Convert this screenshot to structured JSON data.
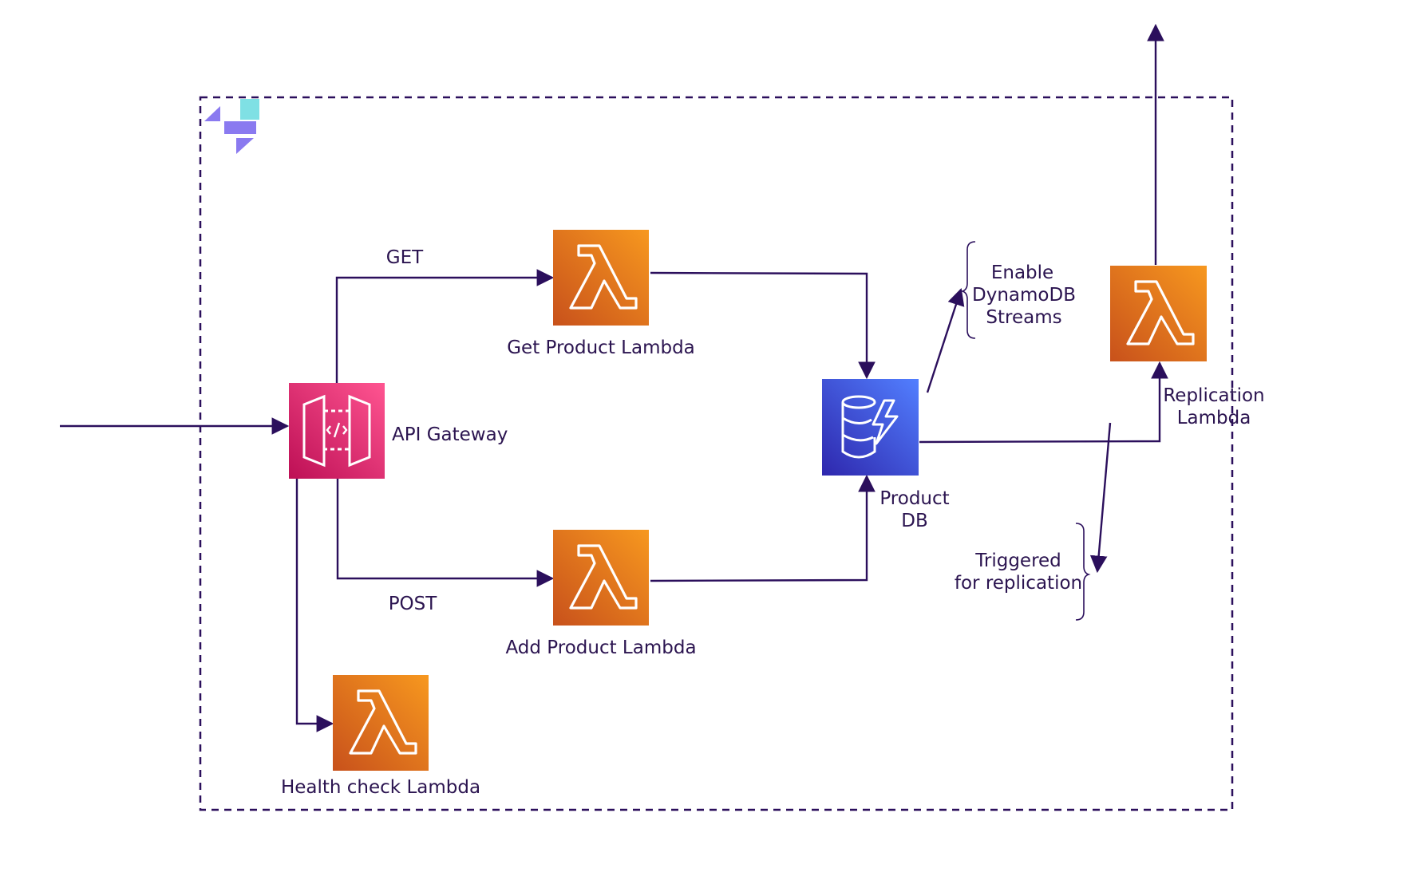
{
  "colors": {
    "line": "#2b0f5c",
    "text": "#2b1450",
    "lambda_top": "#f7981f",
    "lambda_bottom": "#d4541a",
    "apigw_top": "#ff4f8b",
    "apigw_bottom": "#c4175d",
    "dynamo_top": "#527fff",
    "dynamo_bottom": "#2e27ad",
    "logo_cyan": "#7fe0e4",
    "logo_purple": "#8a7af0"
  },
  "nodes": {
    "api_gateway": {
      "label": "API Gateway",
      "icon": "api-gateway-icon"
    },
    "get_lambda": {
      "label": "Get Product Lambda",
      "icon": "lambda-icon"
    },
    "add_lambda": {
      "label": "Add Product Lambda",
      "icon": "lambda-icon"
    },
    "health_lambda": {
      "label": "Health check Lambda",
      "icon": "lambda-icon"
    },
    "product_db": {
      "label_line1": "Product",
      "label_line2": "DB",
      "icon": "dynamodb-icon"
    },
    "replication_lambda": {
      "label_line1": "Replication",
      "label_line2": "Lambda",
      "icon": "lambda-icon"
    }
  },
  "edges": {
    "get_label": "GET",
    "post_label": "POST"
  },
  "annotations": {
    "streams": {
      "line1": "Enable",
      "line2": "DynamoDB",
      "line3": "Streams"
    },
    "triggered": {
      "line1": "Triggered",
      "line2": "for replication"
    }
  }
}
